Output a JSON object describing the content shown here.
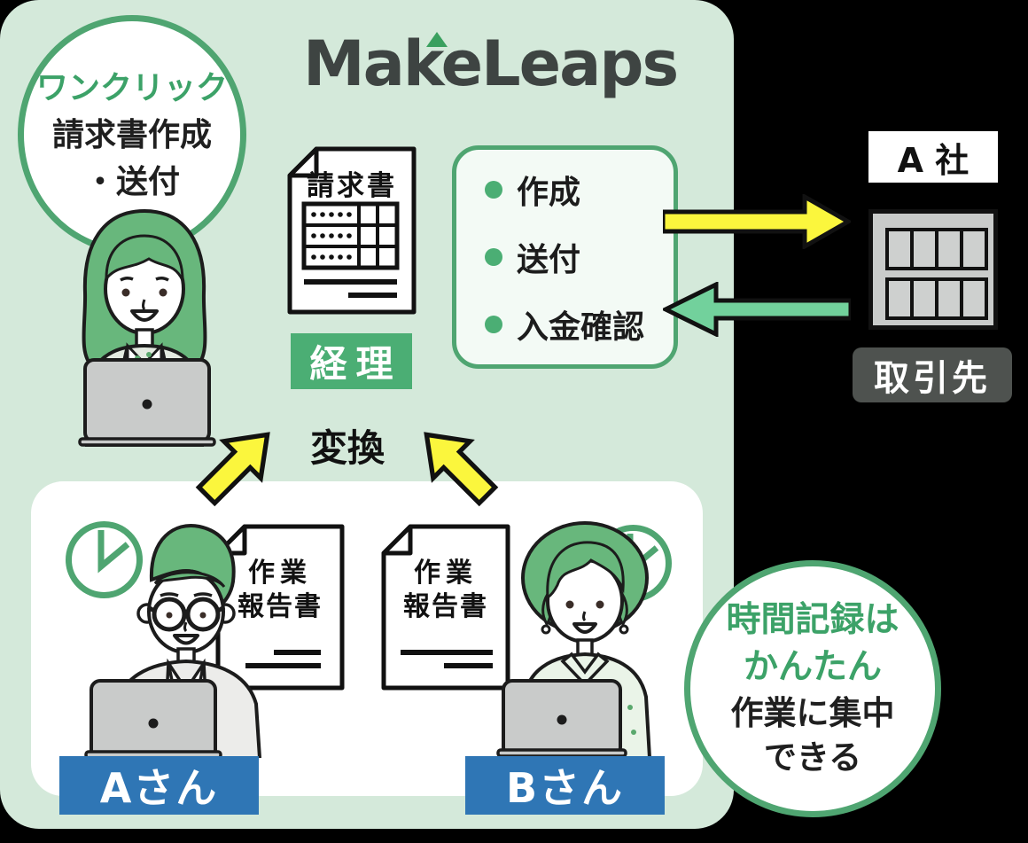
{
  "logo": {
    "text": "MakeLeaps"
  },
  "colors": {
    "panel_green": "#d4e9da",
    "accent_green": "#4fa571",
    "text_green": "#3ca268",
    "badge_green": "#4bae74",
    "badge_blue": "#2f76b5",
    "arrow_yellow": "#fbf63d",
    "arrow_mint": "#72d19c",
    "dark_badge": "#4e524f",
    "logo_gray": "#3e4442"
  },
  "oneclick_bubble": {
    "line1": "ワンクリック",
    "line2": "請求書作成",
    "line3": "・送付"
  },
  "invoice_doc": {
    "title": "請求書"
  },
  "keiri_badge": {
    "label": "経理"
  },
  "process_box": {
    "items": [
      "作成",
      "送付",
      "入金確認"
    ]
  },
  "flow": {
    "convert_label": "変換"
  },
  "client": {
    "company": "A 社",
    "label": "取引先"
  },
  "report_doc": {
    "line1": "作業",
    "line2": "報告書"
  },
  "workers": {
    "a_badge": "Aさん",
    "b_badge": "Bさん"
  },
  "time_bubble": {
    "line1": "時間記録は",
    "line2": "かんたん",
    "line3": "作業に集中",
    "line4": "できる"
  }
}
